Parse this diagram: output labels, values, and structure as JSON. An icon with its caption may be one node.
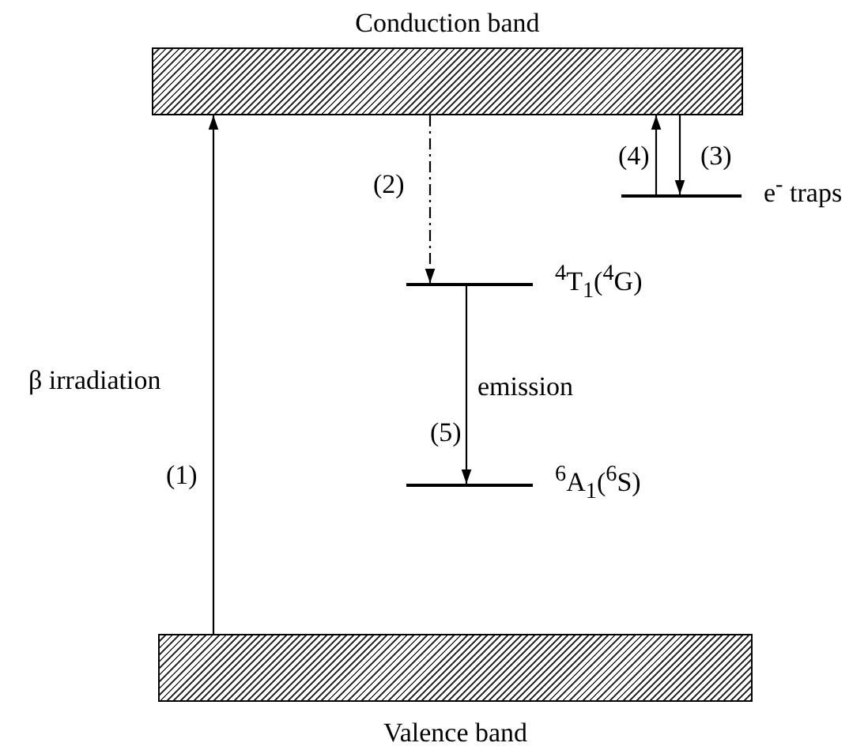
{
  "diagram": {
    "nodes": [
      {
        "text": [
          "Conduction band"
        ]
      },
      {
        "text": [
          "$^{4}$T$_{1}$($^{4}$G)"
        ]
      },
      {
        "text": [
          "$^{6}$A$_{1}$($^{6}$S)"
        ]
      },
      {
        "text": [
          "e$^{-}$ traps"
        ]
      },
      {
        "text": [
          "Valence band"
        ]
      }
    ],
    "edges": [
      {
        "from": 4,
        "to": 0,
        "arrow": "to",
        "label": "(1)"
      },
      {
        "from": 0,
        "to": 1,
        "arrow": "to",
        "label": "(2)",
        "style": "dashed"
      },
      {
        "from": 3,
        "to": 0,
        "arrow": "to",
        "label": "(4)"
      },
      {
        "from": 0,
        "to": 3,
        "arrow": "to",
        "label": "(3)"
      },
      {
        "from": 1,
        "to": 2,
        "arrow": "to",
        "label": "(5)"
      }
    ],
    "labels": [
      "β irradiation",
      "emission"
    ]
  }
}
